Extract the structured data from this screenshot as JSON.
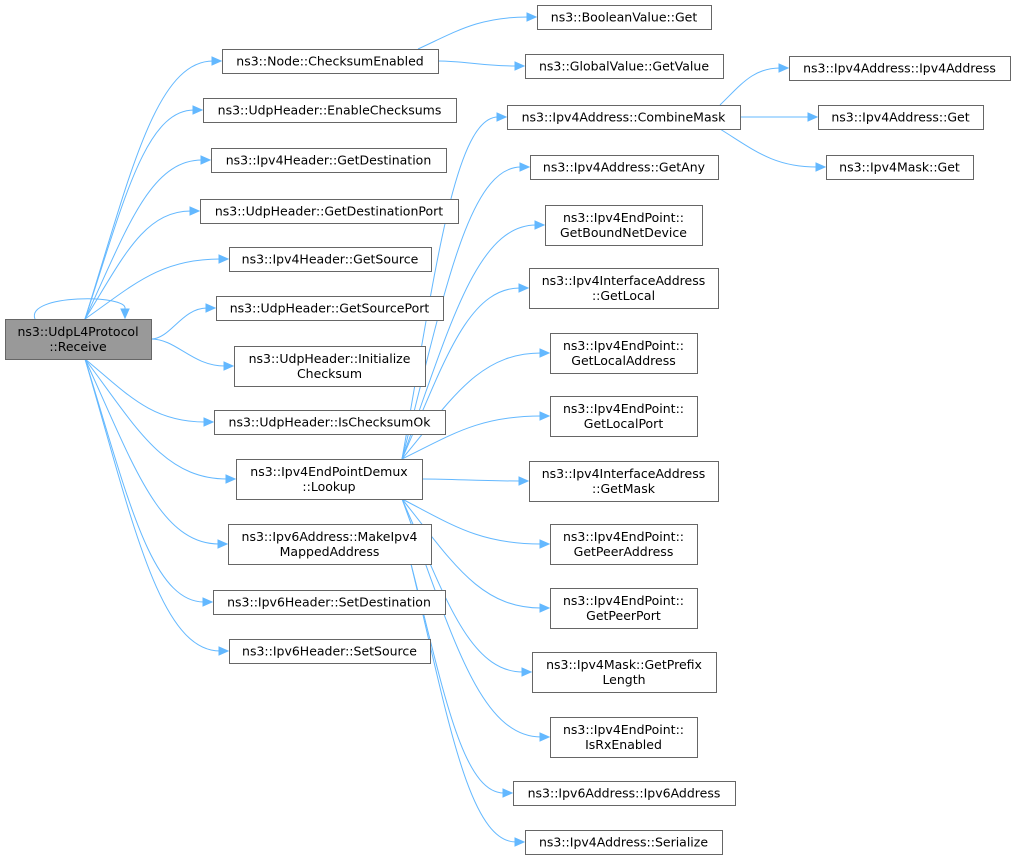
{
  "diagram": {
    "root": "n0",
    "nodes": [
      {
        "id": "n0",
        "lines": [
          "ns3::UdpL4Protocol",
          "::Receive"
        ],
        "root": true
      },
      {
        "id": "n1",
        "lines": [
          "ns3::Node::ChecksumEnabled"
        ]
      },
      {
        "id": "n2",
        "lines": [
          "ns3::BooleanValue::Get"
        ]
      },
      {
        "id": "n3",
        "lines": [
          "ns3::GlobalValue::GetValue"
        ]
      },
      {
        "id": "n4",
        "lines": [
          "ns3::UdpHeader::EnableChecksums"
        ]
      },
      {
        "id": "n5",
        "lines": [
          "ns3::Ipv4Header::GetDestination"
        ]
      },
      {
        "id": "n6",
        "lines": [
          "ns3::UdpHeader::GetDestinationPort"
        ]
      },
      {
        "id": "n7",
        "lines": [
          "ns3::Ipv4Header::GetSource"
        ]
      },
      {
        "id": "n8",
        "lines": [
          "ns3::UdpHeader::GetSourcePort"
        ]
      },
      {
        "id": "n9",
        "lines": [
          "ns3::UdpHeader::Initialize",
          "Checksum"
        ]
      },
      {
        "id": "n10",
        "lines": [
          "ns3::UdpHeader::IsChecksumOk"
        ]
      },
      {
        "id": "n11",
        "lines": [
          "ns3::Ipv4EndPointDemux",
          "::Lookup"
        ]
      },
      {
        "id": "n12",
        "lines": [
          "ns3::Ipv6Address::MakeIpv4",
          "MappedAddress"
        ]
      },
      {
        "id": "n13",
        "lines": [
          "ns3::Ipv6Header::SetDestination"
        ]
      },
      {
        "id": "n14",
        "lines": [
          "ns3::Ipv6Header::SetSource"
        ]
      },
      {
        "id": "n15",
        "lines": [
          "ns3::Ipv4Address::CombineMask"
        ]
      },
      {
        "id": "n16",
        "lines": [
          "ns3::Ipv4Address::GetAny"
        ]
      },
      {
        "id": "n17",
        "lines": [
          "ns3::Ipv4EndPoint::",
          "GetBoundNetDevice"
        ]
      },
      {
        "id": "n18",
        "lines": [
          "ns3::Ipv4InterfaceAddress",
          "::GetLocal"
        ]
      },
      {
        "id": "n19",
        "lines": [
          "ns3::Ipv4EndPoint::",
          "GetLocalAddress"
        ]
      },
      {
        "id": "n20",
        "lines": [
          "ns3::Ipv4EndPoint::",
          "GetLocalPort"
        ]
      },
      {
        "id": "n21",
        "lines": [
          "ns3::Ipv4InterfaceAddress",
          "::GetMask"
        ]
      },
      {
        "id": "n22",
        "lines": [
          "ns3::Ipv4EndPoint::",
          "GetPeerAddress"
        ]
      },
      {
        "id": "n23",
        "lines": [
          "ns3::Ipv4EndPoint::",
          "GetPeerPort"
        ]
      },
      {
        "id": "n24",
        "lines": [
          "ns3::Ipv4Mask::GetPrefix",
          "Length"
        ]
      },
      {
        "id": "n25",
        "lines": [
          "ns3::Ipv4EndPoint::",
          "IsRxEnabled"
        ]
      },
      {
        "id": "n26",
        "lines": [
          "ns3::Ipv6Address::Ipv6Address"
        ]
      },
      {
        "id": "n27",
        "lines": [
          "ns3::Ipv4Address::Serialize"
        ]
      },
      {
        "id": "n28",
        "lines": [
          "ns3::Ipv4Address::Ipv4Address"
        ]
      },
      {
        "id": "n29",
        "lines": [
          "ns3::Ipv4Address::Get"
        ]
      },
      {
        "id": "n30",
        "lines": [
          "ns3::Ipv4Mask::Get"
        ]
      }
    ],
    "edges": [
      {
        "from": "n0",
        "to": "n0"
      },
      {
        "from": "n0",
        "to": "n1"
      },
      {
        "from": "n0",
        "to": "n4"
      },
      {
        "from": "n0",
        "to": "n5"
      },
      {
        "from": "n0",
        "to": "n6"
      },
      {
        "from": "n0",
        "to": "n7"
      },
      {
        "from": "n0",
        "to": "n8"
      },
      {
        "from": "n0",
        "to": "n9"
      },
      {
        "from": "n0",
        "to": "n10"
      },
      {
        "from": "n0",
        "to": "n11"
      },
      {
        "from": "n0",
        "to": "n12"
      },
      {
        "from": "n0",
        "to": "n13"
      },
      {
        "from": "n0",
        "to": "n14"
      },
      {
        "from": "n1",
        "to": "n2"
      },
      {
        "from": "n1",
        "to": "n3"
      },
      {
        "from": "n11",
        "to": "n15"
      },
      {
        "from": "n11",
        "to": "n16"
      },
      {
        "from": "n11",
        "to": "n17"
      },
      {
        "from": "n11",
        "to": "n18"
      },
      {
        "from": "n11",
        "to": "n19"
      },
      {
        "from": "n11",
        "to": "n20"
      },
      {
        "from": "n11",
        "to": "n21"
      },
      {
        "from": "n11",
        "to": "n22"
      },
      {
        "from": "n11",
        "to": "n23"
      },
      {
        "from": "n11",
        "to": "n24"
      },
      {
        "from": "n11",
        "to": "n25"
      },
      {
        "from": "n12",
        "to": "n26"
      },
      {
        "from": "n12",
        "to": "n27"
      },
      {
        "from": "n15",
        "to": "n28"
      },
      {
        "from": "n15",
        "to": "n29"
      },
      {
        "from": "n15",
        "to": "n30"
      }
    ],
    "colors": {
      "edge": "#63b8ff",
      "node_border": "#666666",
      "root_fill": "#999999"
    }
  }
}
